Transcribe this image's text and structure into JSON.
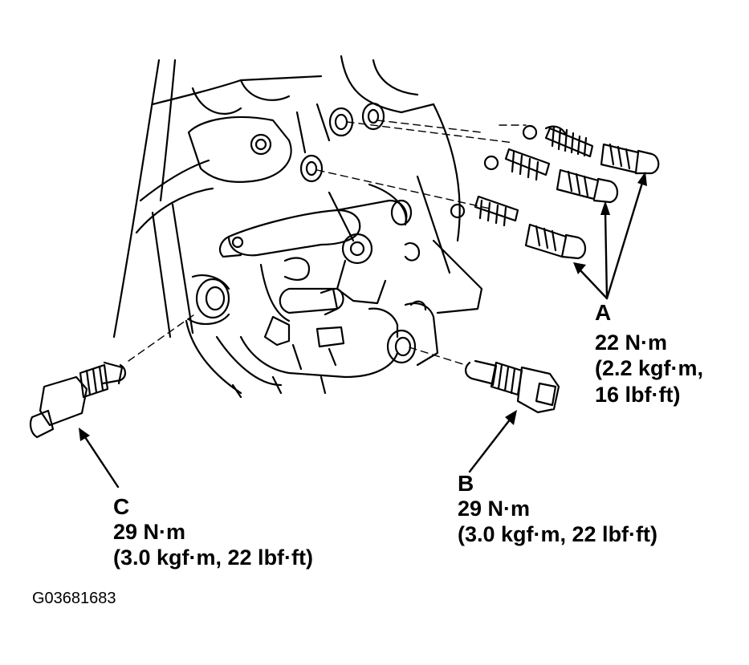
{
  "callouts": {
    "a": {
      "letter": "A",
      "line1": "22 N·m",
      "line2": "(2.2 kgf·m,",
      "line3": "16 lbf·ft)"
    },
    "b": {
      "letter": "B",
      "line1": "29 N·m",
      "line2": "(3.0 kgf·m, 22 lbf·ft)"
    },
    "c": {
      "letter": "C",
      "line1": "29 N·m",
      "line2": "(3.0 kgf·m, 22 lbf·ft)"
    }
  },
  "figure_code": "G03681683",
  "colors": {
    "ink": "#000000",
    "paper": "#ffffff"
  }
}
